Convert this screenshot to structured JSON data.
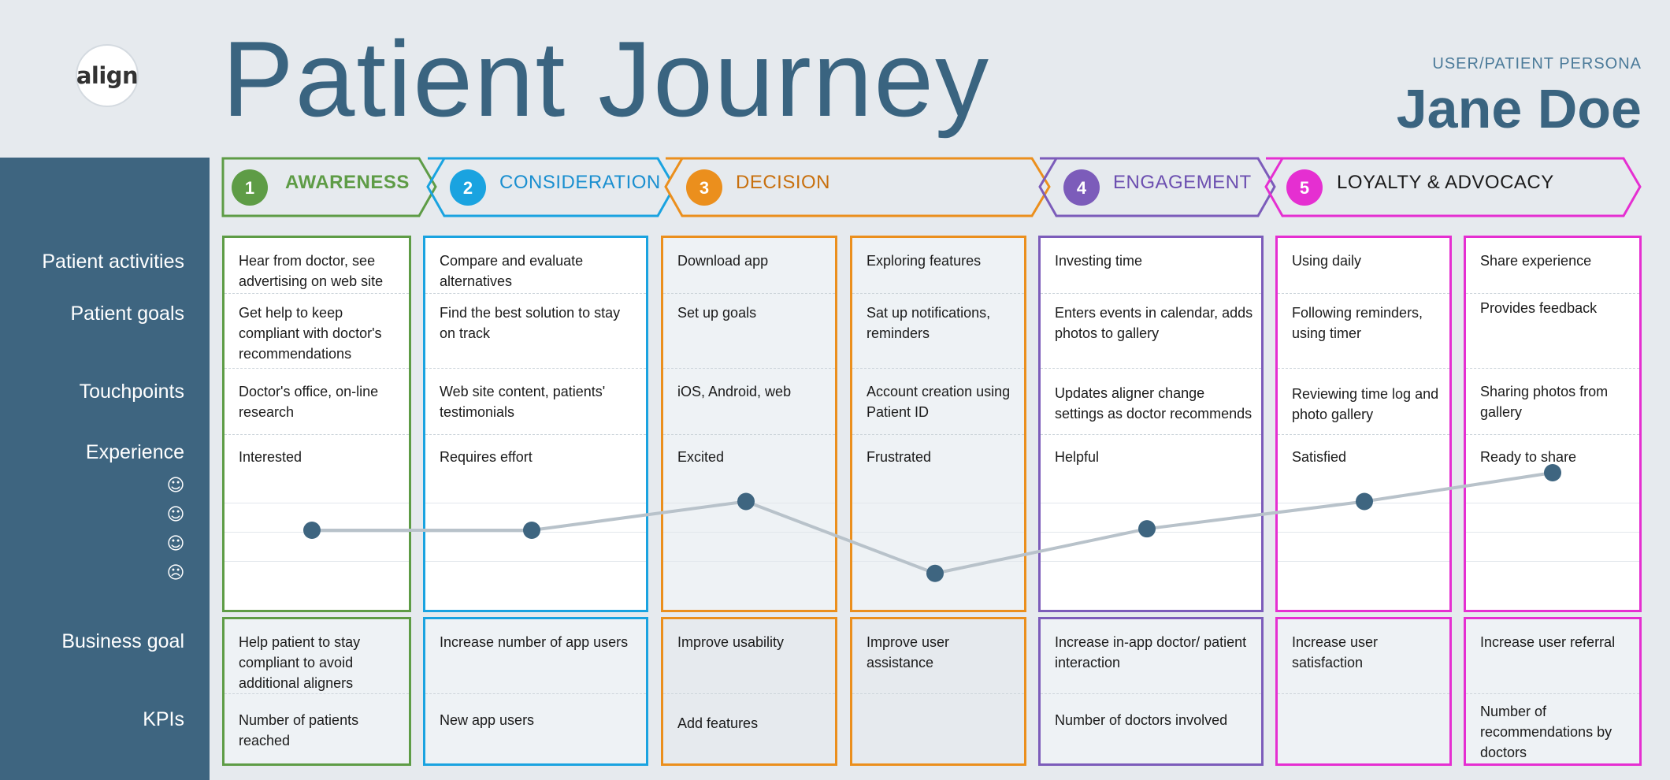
{
  "logo": "align",
  "title": "Patient Journey",
  "persona": {
    "label": "USER/PATIENT PERSONA",
    "name": "Jane Doe"
  },
  "row_labels": {
    "activities": "Patient activities",
    "goals": "Patient goals",
    "touchpoints": "Touchpoints",
    "experience": "Experience",
    "business_goal": "Business goal",
    "kpis": "KPIs"
  },
  "stages": [
    {
      "number": "1",
      "label": "AWARENESS",
      "color": "#5e9c46"
    },
    {
      "number": "2",
      "label": "CONSIDERATION",
      "color": "#1aa3e0"
    },
    {
      "number": "3",
      "label": "DECISION",
      "color": "#eb8f1d"
    },
    {
      "number": "4",
      "label": "ENGAGEMENT",
      "color": "#7c5cba"
    },
    {
      "number": "5",
      "label": "LOYALTY & ADVOCACY",
      "color": "#e52fd1"
    }
  ],
  "columns": [
    {
      "activity": "Hear from doctor, see advertising on web site",
      "goal": "Get help to keep compliant with doctor's recommendations",
      "touchpoint": "Doctor's office, on-line research",
      "experience": "Interested",
      "business_goal": "Help patient to stay compliant to avoid additional aligners",
      "kpi": "Number of patients reached"
    },
    {
      "activity": "Compare and evaluate alternatives",
      "goal": "Find the best solution to stay on track",
      "touchpoint": "Web site content, patients' testimonials",
      "experience": "Requires effort",
      "business_goal": "Increase number of app users",
      "kpi": "New app users"
    },
    {
      "activity": "Download app",
      "goal": "Set up goals",
      "touchpoint": "iOS, Android, web",
      "experience": "Excited",
      "business_goal": "Improve usability",
      "kpi": "Add features"
    },
    {
      "activity": "Exploring features",
      "goal": "Sat up notifications, reminders",
      "touchpoint": "Account creation using Patient ID",
      "experience": "Frustrated",
      "business_goal": "Improve user assistance",
      "kpi": ""
    },
    {
      "activity": "Investing time",
      "goal": "Enters events in calendar, adds photos to gallery",
      "touchpoint": "Updates aligner change settings as doctor recommends",
      "experience": "Helpful",
      "business_goal": "Increase in-app doctor/ patient interaction",
      "kpi": "Number of doctors involved"
    },
    {
      "activity": "Using daily",
      "goal": "Following reminders, using timer",
      "touchpoint": "Reviewing time log and photo gallery",
      "experience": "Satisfied",
      "business_goal": "Increase user satisfaction",
      "kpi": ""
    },
    {
      "activity": "Share experience",
      "goal": "Provides feedback",
      "touchpoint": "Sharing photos from gallery",
      "experience": "Ready to share",
      "business_goal": "Increase user referral",
      "kpi": "Number of recommendations by doctors"
    }
  ],
  "experience_scale": [
    "very happy",
    "happy",
    "neutral",
    "sad"
  ],
  "experience_levels": [
    2,
    2,
    3,
    0.5,
    2.05,
    3,
    4
  ],
  "line_color": "#b8c2ca"
}
